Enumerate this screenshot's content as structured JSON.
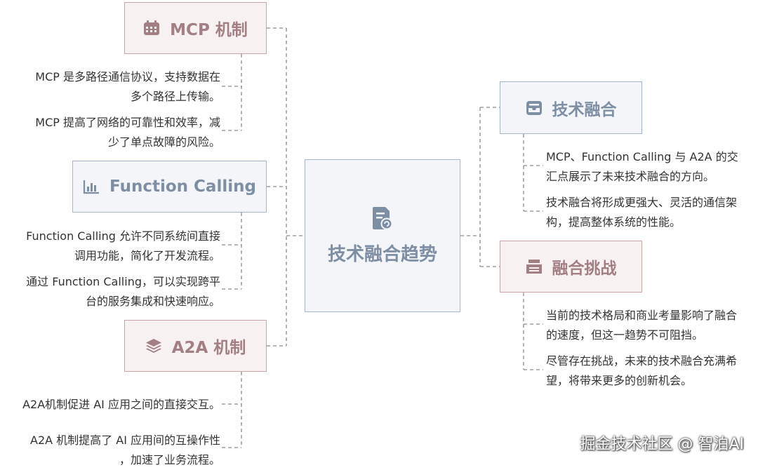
{
  "central": {
    "title": "技术融合趋势"
  },
  "mcp": {
    "title": "MCP 机制",
    "points": [
      [
        "MCP 是多路径通信协议，支持数据在",
        "多个路径上传输。"
      ],
      [
        "MCP 提高了网络的可靠性和效率，减",
        "少了单点故障的风险。"
      ]
    ]
  },
  "function_calling": {
    "title": "Function Calling",
    "points": [
      [
        "Function Calling 允许不同系统间直接",
        "调用功能，简化了开发流程。"
      ],
      [
        "通过 Function Calling，可以实现跨平",
        "台的服务集成和快速响应。"
      ]
    ]
  },
  "a2a": {
    "title": "A2A 机制",
    "points": [
      [
        "A2A机制促进 AI 应用之间的直接交互。"
      ],
      [
        "A2A 机制提高了 AI 应用间的互操作性",
        "，加速了业务流程。"
      ]
    ]
  },
  "tech_fusion": {
    "title": "技术融合",
    "points": [
      [
        "MCP、Function Calling 与 A2A 的交",
        "汇点展示了未来技术融合的方向。"
      ],
      [
        "技术融合将形成更强大、灵活的通信架",
        "构，提高整体系统的性能。"
      ]
    ]
  },
  "challenges": {
    "title": "融合挑战",
    "points": [
      [
        "当前的技术格局和商业考量影响了融合",
        "的速度，但这一趋势不可阻挡。"
      ],
      [
        "尽管存在挑战，未来的技术融合充满希",
        "望，将带来更多的创新机会。"
      ]
    ]
  },
  "watermark": "掘金技术社区 @ 智泊AI",
  "colors": {
    "brown_border": "#c9a5a7",
    "brown_fill": "#f8f1f1",
    "brown_text": "#a27f83",
    "blue_border": "#a6b5c9",
    "blue_fill": "#f3f5f9",
    "blue_text": "#7e8ea3",
    "connector": "#8c8c8c"
  },
  "icons": {
    "mcp": "calendar-icon",
    "function_calling": "bar-chart-icon",
    "a2a": "layers-icon",
    "tech_fusion": "inbox-icon",
    "challenges": "archive-icon",
    "central": "document-icon"
  }
}
